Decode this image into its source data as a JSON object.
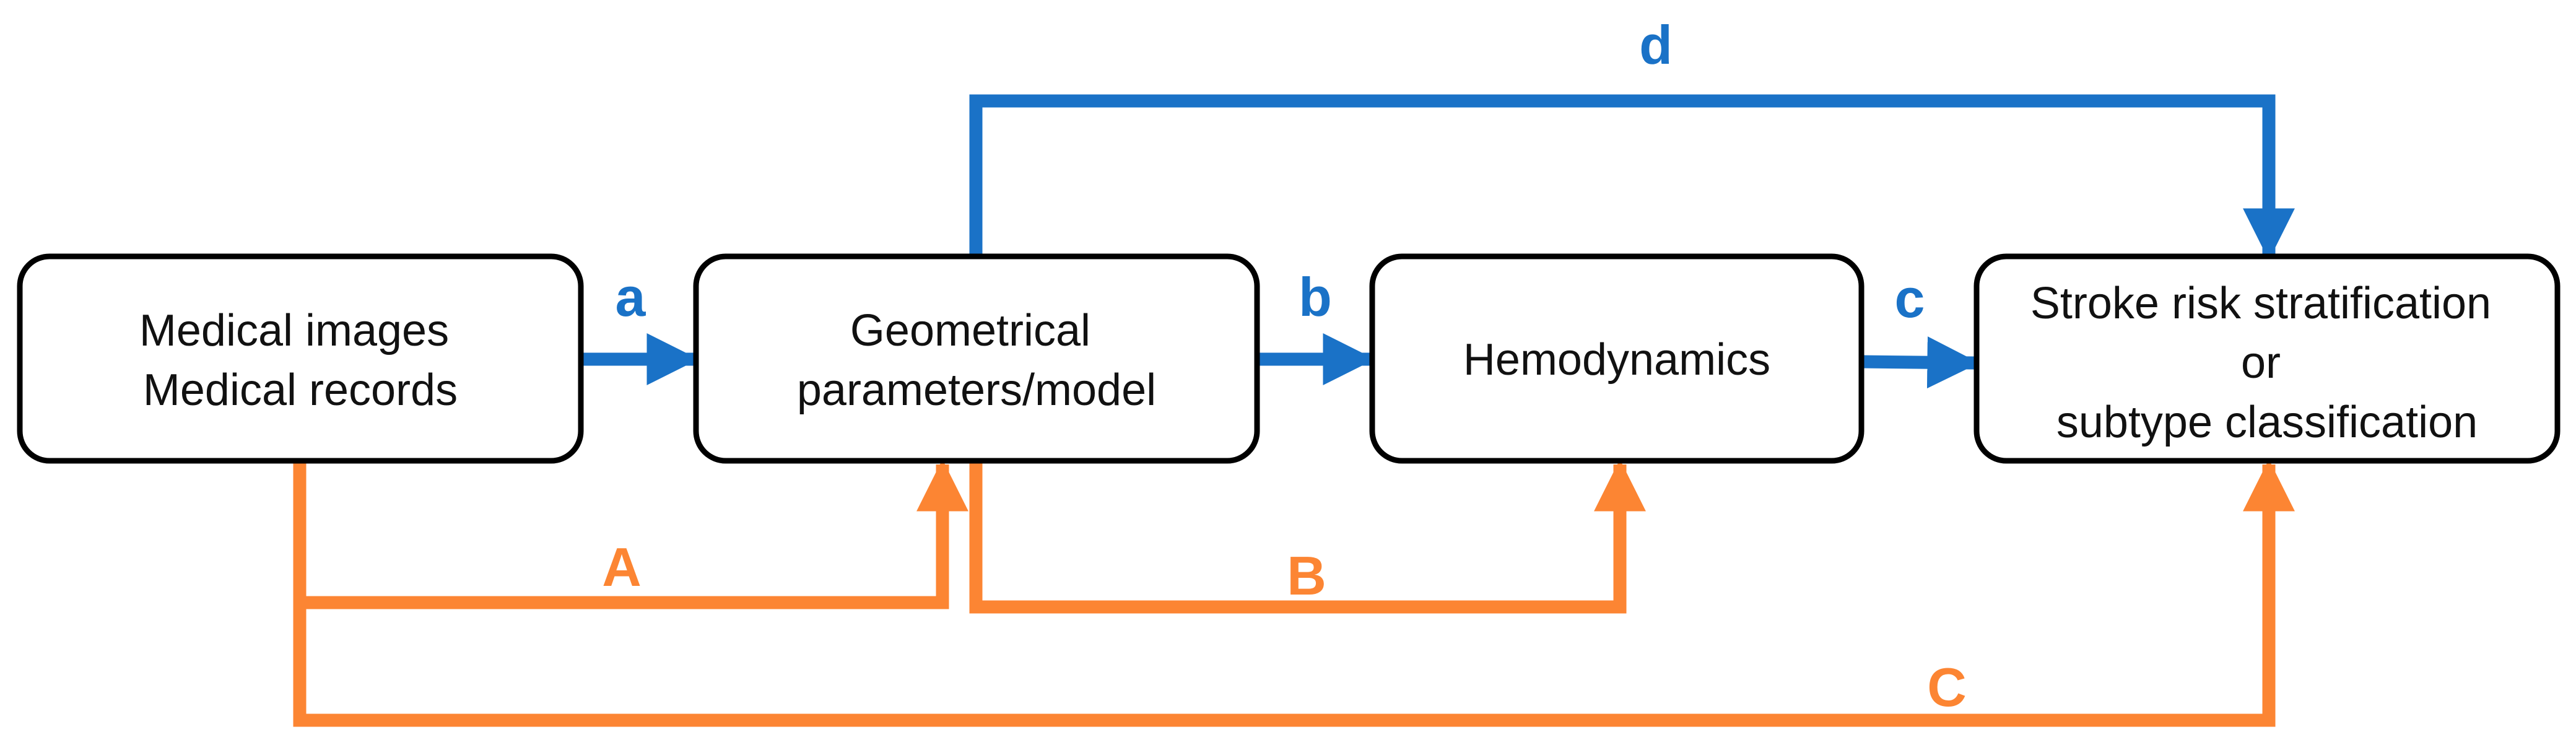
{
  "colors": {
    "forward": "#1a72c7",
    "feedback": "#fc8533",
    "box_stroke": "#000000",
    "text": "#111111"
  },
  "nodes": {
    "medical": {
      "lines": [
        "Medical images",
        "Medical records"
      ]
    },
    "geometry": {
      "lines": [
        "Geometrical",
        "parameters/model"
      ]
    },
    "hemo": {
      "lines": [
        "Hemodynamics"
      ]
    },
    "stroke": {
      "lines": [
        "Stroke risk stratification",
        "or",
        "subtype classification"
      ]
    }
  },
  "edges": {
    "a": {
      "label": "a",
      "from": "medical",
      "to": "geometry",
      "kind": "forward"
    },
    "b": {
      "label": "b",
      "from": "geometry",
      "to": "hemo",
      "kind": "forward"
    },
    "c": {
      "label": "c",
      "from": "hemo",
      "to": "stroke",
      "kind": "forward"
    },
    "d": {
      "label": "d",
      "from": "geometry",
      "to": "stroke",
      "kind": "forward"
    },
    "A": {
      "label": "A",
      "from": "medical",
      "to": "geometry",
      "kind": "feedback"
    },
    "B": {
      "label": "B",
      "from": "geometry",
      "to": "hemo",
      "kind": "feedback"
    },
    "C": {
      "label": "C",
      "from": "medical",
      "to": "stroke",
      "kind": "feedback"
    }
  }
}
